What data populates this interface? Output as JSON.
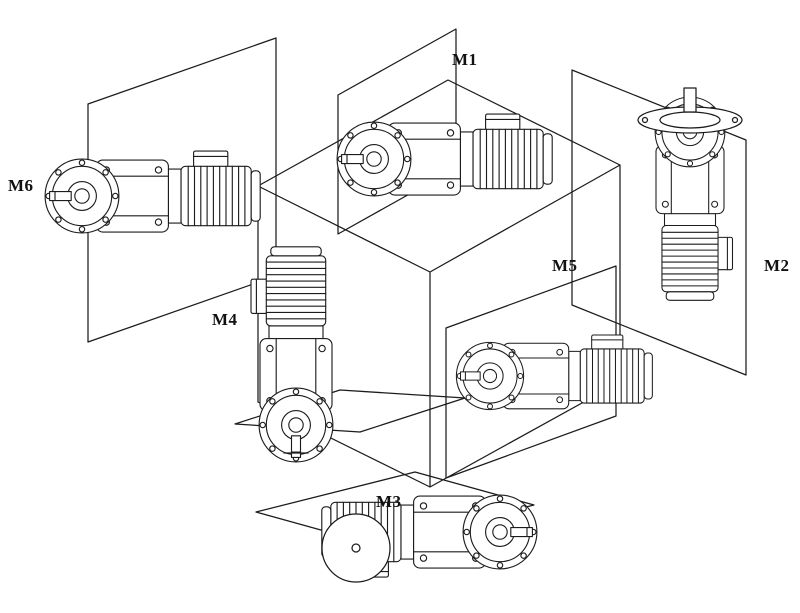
{
  "diagram": {
    "background": "#ffffff",
    "line_color": "#1c1c1c",
    "labels": {
      "m1": "M1",
      "m2": "M2",
      "m3": "M3",
      "m4": "M4",
      "m5": "M5",
      "m6": "M6"
    }
  }
}
